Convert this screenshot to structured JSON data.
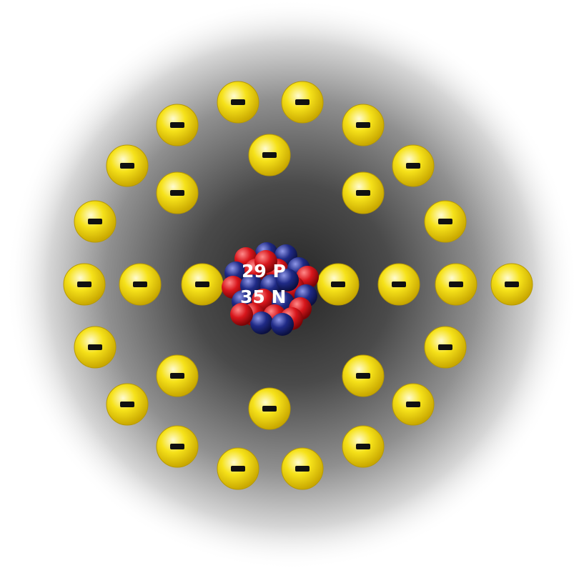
{
  "nucleus": {
    "protons_label": "29 P",
    "neutrons_label": "35 N",
    "proton_count": 29,
    "neutron_count": 35,
    "proton_color": "#d8161c",
    "neutron_color": "#1f2a86"
  },
  "electrons": {
    "charge_symbol": "−",
    "color": "#f6e21a",
    "shells": [
      2,
      8,
      18,
      1
    ]
  },
  "halo": {
    "center_color": "#2b2b2b",
    "edge_color": "#ffffff"
  }
}
